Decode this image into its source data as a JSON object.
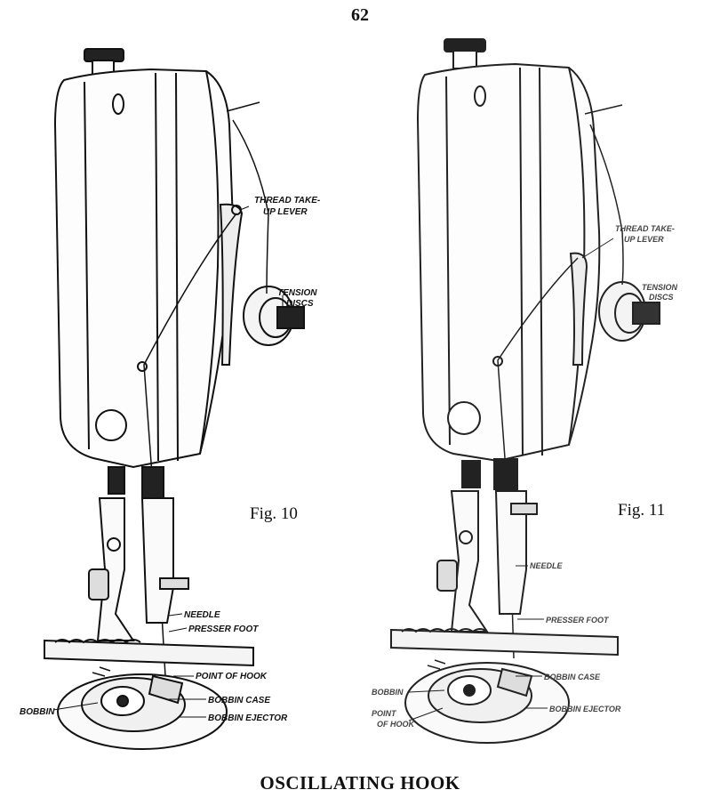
{
  "page_number": "62",
  "caption": "OSCILLATING HOOK",
  "figures": [
    {
      "label": "Fig. 10",
      "callouts": {
        "thread_take_up_lever_1": "THREAD TAKE-",
        "thread_take_up_lever_2": "UP LEVER",
        "tension_discs_1": "TENSION",
        "tension_discs_2": "DISCS",
        "needle": "NEEDLE",
        "presser_foot": "PRESSER FOOT",
        "point_of_hook": "POINT OF HOOK",
        "bobbin_case": "BOBBIN CASE",
        "bobbin": "BOBBIN",
        "bobbin_ejector": "BOBBIN EJECTOR"
      }
    },
    {
      "label": "Fig. 11",
      "callouts": {
        "thread_take_up_lever_1": "THREAD TAKE-",
        "thread_take_up_lever_2": "UP LEVER",
        "tension_discs_1": "TENSION",
        "tension_discs_2": "DISCS",
        "needle": "NEEDLE",
        "presser_foot": "PRESSER FOOT",
        "bobbin_case": "BOBBIN CASE",
        "bobbin": "BOBBIN",
        "point_of_hook_1": "POINT",
        "point_of_hook_2": "OF HOOK",
        "bobbin_ejector": "BOBBIN EJECTOR"
      }
    }
  ]
}
